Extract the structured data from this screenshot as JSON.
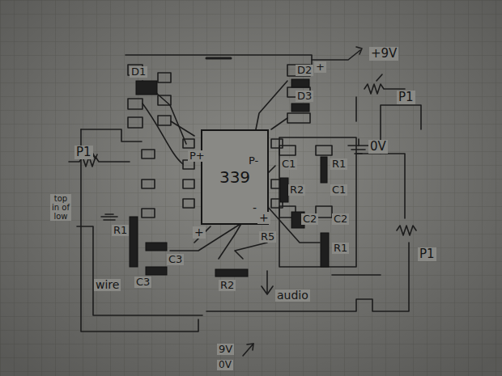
{
  "diagram": {
    "nodes": [
      {
        "text": [
          "339"
        ]
      }
    ],
    "labels": [
      "+9V",
      "D1",
      "D2",
      "+",
      "D3",
      "P1",
      "P1",
      "P+",
      "P-",
      "0V",
      "C1",
      "R1",
      "R2",
      "C1",
      "C2",
      "C2",
      "R5",
      "R1",
      "P1",
      "R1",
      "C3",
      "C3",
      "wire",
      "R2",
      "audio",
      "top in of low",
      "+",
      "-",
      "+",
      "9V",
      "0V"
    ]
  }
}
